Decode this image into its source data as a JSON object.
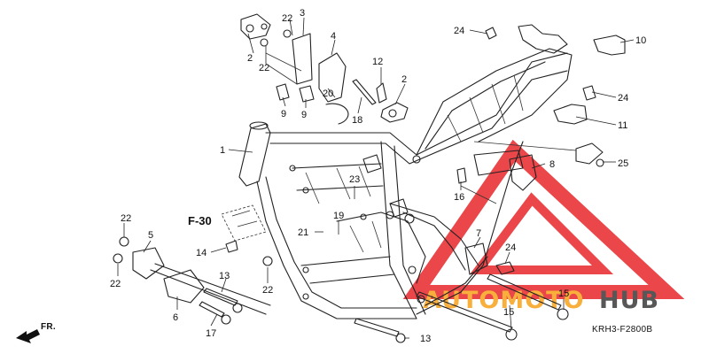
{
  "diagram": {
    "reference_label": "F-30",
    "direction_label": "FR.",
    "diagram_code": "KRH3-F2800B",
    "watermark": {
      "text_orange": "AUTOMOTO",
      "text_dark": "HUB",
      "colors": {
        "triangle": "#e8262a",
        "orange": "#f7a21b",
        "dark": "#3a3a3a"
      }
    },
    "callouts": [
      {
        "id": "1a",
        "label": "1"
      },
      {
        "id": "2a",
        "label": "2"
      },
      {
        "id": "2b",
        "label": "2"
      },
      {
        "id": "3",
        "label": "3"
      },
      {
        "id": "4",
        "label": "4"
      },
      {
        "id": "5",
        "label": "5"
      },
      {
        "id": "6",
        "label": "6"
      },
      {
        "id": "7",
        "label": "7"
      },
      {
        "id": "8",
        "label": "8"
      },
      {
        "id": "9a",
        "label": "9"
      },
      {
        "id": "9b",
        "label": "9"
      },
      {
        "id": "10",
        "label": "10"
      },
      {
        "id": "11",
        "label": "11"
      },
      {
        "id": "12",
        "label": "12"
      },
      {
        "id": "13a",
        "label": "13"
      },
      {
        "id": "13b",
        "label": "13"
      },
      {
        "id": "14",
        "label": "14"
      },
      {
        "id": "15a",
        "label": "15"
      },
      {
        "id": "15b",
        "label": "15"
      },
      {
        "id": "16",
        "label": "16"
      },
      {
        "id": "17",
        "label": "17"
      },
      {
        "id": "18",
        "label": "18"
      },
      {
        "id": "19",
        "label": "19"
      },
      {
        "id": "20",
        "label": "20"
      },
      {
        "id": "21",
        "label": "21"
      },
      {
        "id": "22a",
        "label": "22"
      },
      {
        "id": "22b",
        "label": "22"
      },
      {
        "id": "22c",
        "label": "22"
      },
      {
        "id": "22d",
        "label": "22"
      },
      {
        "id": "22e",
        "label": "22"
      },
      {
        "id": "23",
        "label": "23"
      },
      {
        "id": "24a",
        "label": "24"
      },
      {
        "id": "24b",
        "label": "24"
      },
      {
        "id": "24c",
        "label": "24"
      },
      {
        "id": "25",
        "label": "25"
      }
    ]
  }
}
